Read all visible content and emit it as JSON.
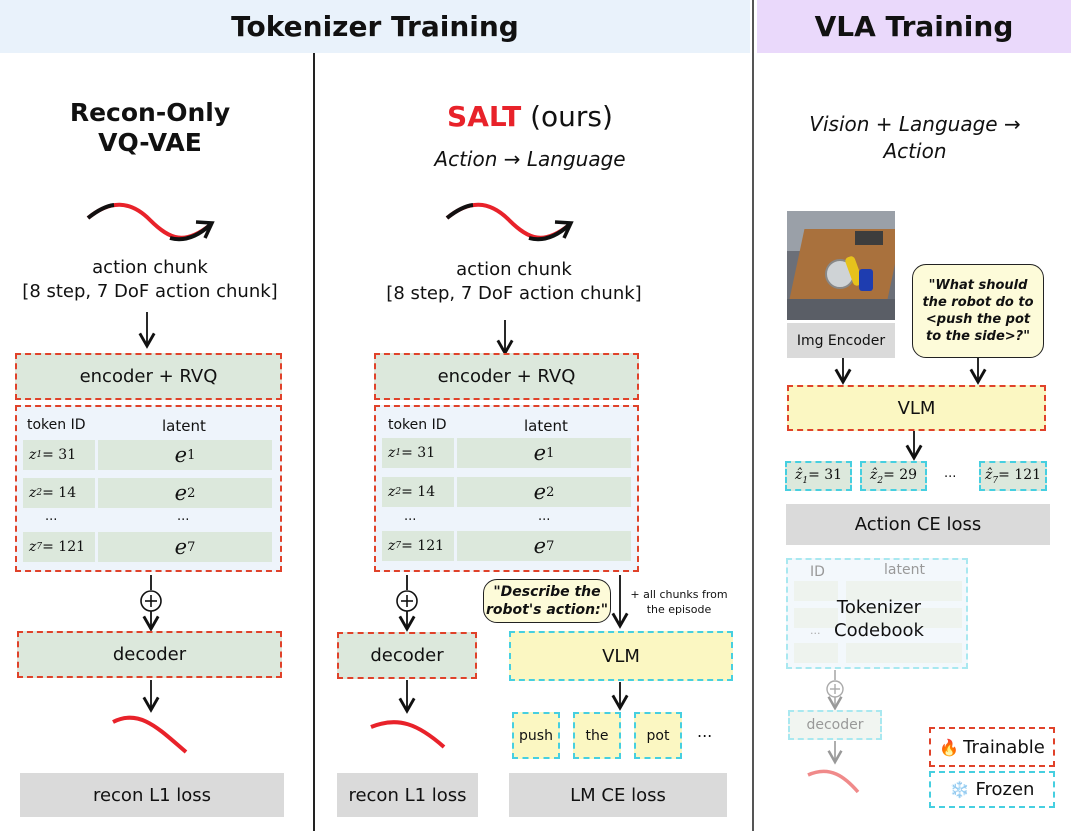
{
  "headers": {
    "tokenizer_training": "Tokenizer Training",
    "vla_training": "VLA Training"
  },
  "left": {
    "title_line1": "Recon-Only",
    "title_line2": "VQ-VAE",
    "action_chunk": "action chunk",
    "action_chunk_desc": "[8 step, 7 DoF action chunk]",
    "encoder": "encoder + RVQ",
    "col_token_id": "token ID",
    "col_latent": "latent",
    "rows": [
      {
        "z_var": "z",
        "z_sub": "1",
        "z_eq": " = 31",
        "e_var": "e",
        "e_sub": "1"
      },
      {
        "z_var": "z",
        "z_sub": "2",
        "z_eq": " = 14",
        "e_var": "e",
        "e_sub": "2"
      },
      {
        "z_var": "z",
        "z_sub": "7",
        "z_eq": " = 121",
        "e_var": "e",
        "e_sub": "7"
      }
    ],
    "ellipsis": "...",
    "plus": "+",
    "decoder": "decoder",
    "loss": "recon L1 loss"
  },
  "middle": {
    "title_salt": "SALT",
    "title_ours": " (ours)",
    "subtitle_left": "Action",
    "subtitle_arrow": "→",
    "subtitle_right": "Language",
    "action_chunk": "action chunk",
    "action_chunk_desc": "[8 step, 7 DoF action chunk]",
    "encoder": "encoder + RVQ",
    "col_token_id": "token ID",
    "col_latent": "latent",
    "rows": [
      {
        "z_var": "z",
        "z_sub": "1",
        "z_eq": " = 31",
        "e_var": "e",
        "e_sub": "1"
      },
      {
        "z_var": "z",
        "z_sub": "2",
        "z_eq": " = 14",
        "e_var": "e",
        "e_sub": "2"
      },
      {
        "z_var": "z",
        "z_sub": "7",
        "z_eq": " = 121",
        "e_var": "e",
        "e_sub": "7"
      }
    ],
    "ellipsis": "...",
    "plus": "+",
    "decoder": "decoder",
    "recon_loss": "recon L1 loss",
    "prompt": "\"Describe the robot's action:\"",
    "note_line1": "+ all chunks from",
    "note_line2": "the episode",
    "vlm": "VLM",
    "tokens": [
      "push",
      "the",
      "pot"
    ],
    "tokens_more": "...",
    "lm_loss": "LM CE loss"
  },
  "right": {
    "title_line1": "Vision + Language →",
    "title_line2": "Action",
    "img_encoder": "Img Encoder",
    "question": "\"What should the robot do to <push the pot to the side>?\"",
    "vlm": "VLM",
    "pred_tokens": [
      {
        "var": "ẑ",
        "sub": "1",
        "eq": "= 31"
      },
      {
        "var": "ẑ",
        "sub": "2",
        "eq": "= 29"
      },
      {
        "var": "ẑ",
        "sub": "7",
        "eq": "= 121"
      }
    ],
    "pred_more": "...",
    "action_loss": "Action CE loss",
    "codebook_id": "ID",
    "codebook_latent": "latent",
    "codebook_line1": "Tokenizer",
    "codebook_line2": "Codebook",
    "codebook_ellipsis": "...",
    "decoder": "decoder",
    "legend_trainable_icon": "🔥",
    "legend_trainable": "Trainable",
    "legend_frozen_icon": "❄️",
    "legend_frozen": "Frozen"
  },
  "colors": {
    "trainable": "#e0422a",
    "frozen": "#46cfe0",
    "salt": "#e8222a",
    "wave": "#e8222a"
  }
}
